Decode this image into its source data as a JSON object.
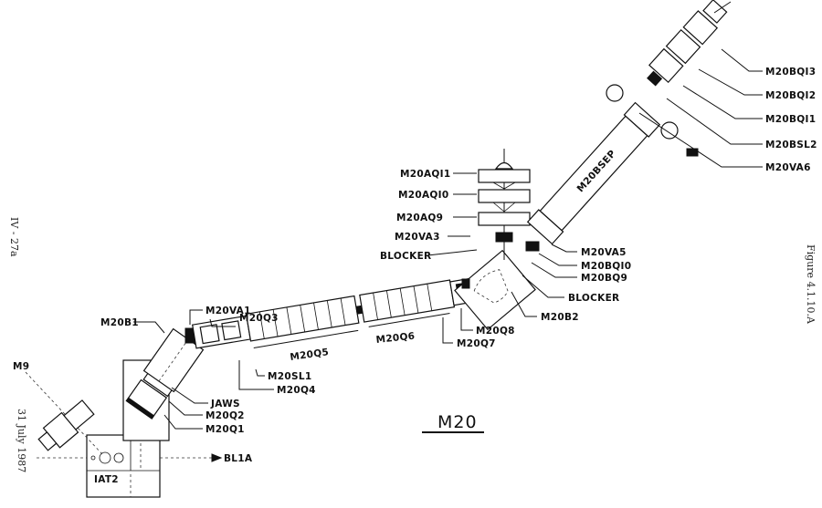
{
  "title": "M20",
  "figure_caption": "Figure 4.1.10.A",
  "page_ref": "IV - 27a",
  "date": "31 July 1987",
  "beamline_arrow": "BL1A",
  "target": "IAT2",
  "source_line": "M9",
  "components": {
    "m20bq13": "M20BQI3",
    "m20bq12": "M20BQI2",
    "m20bq11": "M20BQI1",
    "m20bsl2": "M20BSL2",
    "m20va6": "M20VA6",
    "m20bsep": "M20BSEP",
    "m20aq11": "M20AQI1",
    "m20aq10": "M20AQI0",
    "m20aq9": "M20AQ9",
    "m20va3": "M20VA3",
    "blocker_a": "BLOCKER",
    "m20va5": "M20VA5",
    "m20bq10": "M20BQI0",
    "m20bq9": "M20BQ9",
    "blocker_b": "BLOCKER",
    "m20b2": "M20B2",
    "m20q8": "M20Q8",
    "m20q7": "M20Q7",
    "m20q6": "M20Q6",
    "m20q5": "M20Q5",
    "m20sl1": "M20SL1",
    "m20q4": "M20Q4",
    "m20q3": "M20Q3",
    "m20va1": "M20VA1",
    "m20b1": "M20B1",
    "jaws": "JAWS",
    "m20q2": "M20Q2",
    "m20q1": "M20Q1"
  }
}
